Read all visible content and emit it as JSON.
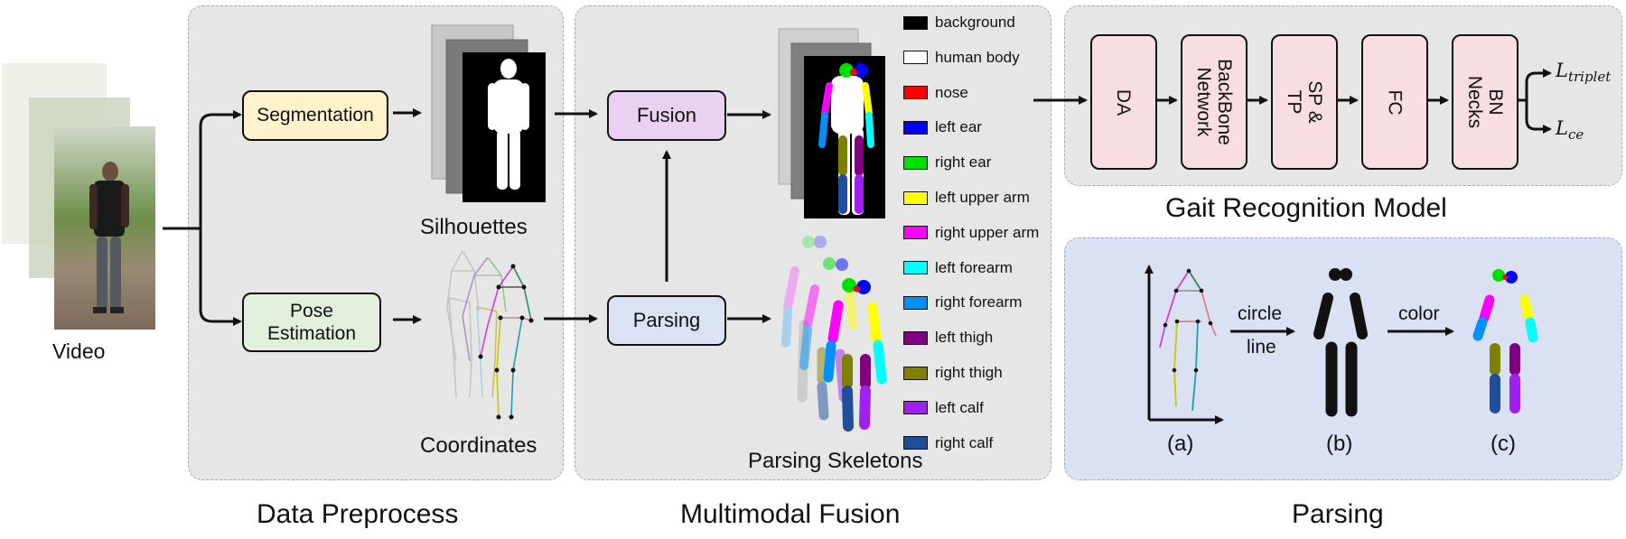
{
  "input": {
    "video_label": "Video"
  },
  "data_preprocess": {
    "section_title": "Data Preprocess",
    "segmentation_label": "Segmentation",
    "pose_estimation_label": "Pose\nEstimation",
    "silhouettes_label": "Silhouettes",
    "coordinates_label": "Coordinates"
  },
  "multimodal_fusion": {
    "section_title": "Multimodal Fusion",
    "fusion_label": "Fusion",
    "parsing_label": "Parsing",
    "parsing_skeletons_label": "Parsing Skeletons"
  },
  "legend": [
    {
      "label": "background",
      "color": "#000000"
    },
    {
      "label": "human body",
      "color": "#ffffff"
    },
    {
      "label": "nose",
      "color": "#ff0000"
    },
    {
      "label": "left ear",
      "color": "#0000ff"
    },
    {
      "label": "right ear",
      "color": "#00e000"
    },
    {
      "label": "left upper arm",
      "color": "#ffff00"
    },
    {
      "label": "right upper arm",
      "color": "#ff00ff"
    },
    {
      "label": "left forearm",
      "color": "#00ffff"
    },
    {
      "label": "right forearm",
      "color": "#0090ff"
    },
    {
      "label": "left thigh",
      "color": "#800080"
    },
    {
      "label": "right thigh",
      "color": "#808000"
    },
    {
      "label": "left calf",
      "color": "#a020f0"
    },
    {
      "label": "right calf",
      "color": "#1f4e9a"
    }
  ],
  "gait_model": {
    "title": "Gait Recognition Model",
    "blocks": [
      "DA",
      "BackBone\nNetwork",
      "SP & TP",
      "FC",
      "BN\nNecks"
    ],
    "loss_triplet": {
      "base": "L",
      "sub": "triplet"
    },
    "loss_ce": {
      "base": "L",
      "sub": "ce"
    }
  },
  "parsing": {
    "section_title": "Parsing",
    "step1_top": "circle",
    "step1_bottom": "line",
    "step2": "color",
    "captions": [
      "(a)",
      "(b)",
      "(c)"
    ]
  }
}
